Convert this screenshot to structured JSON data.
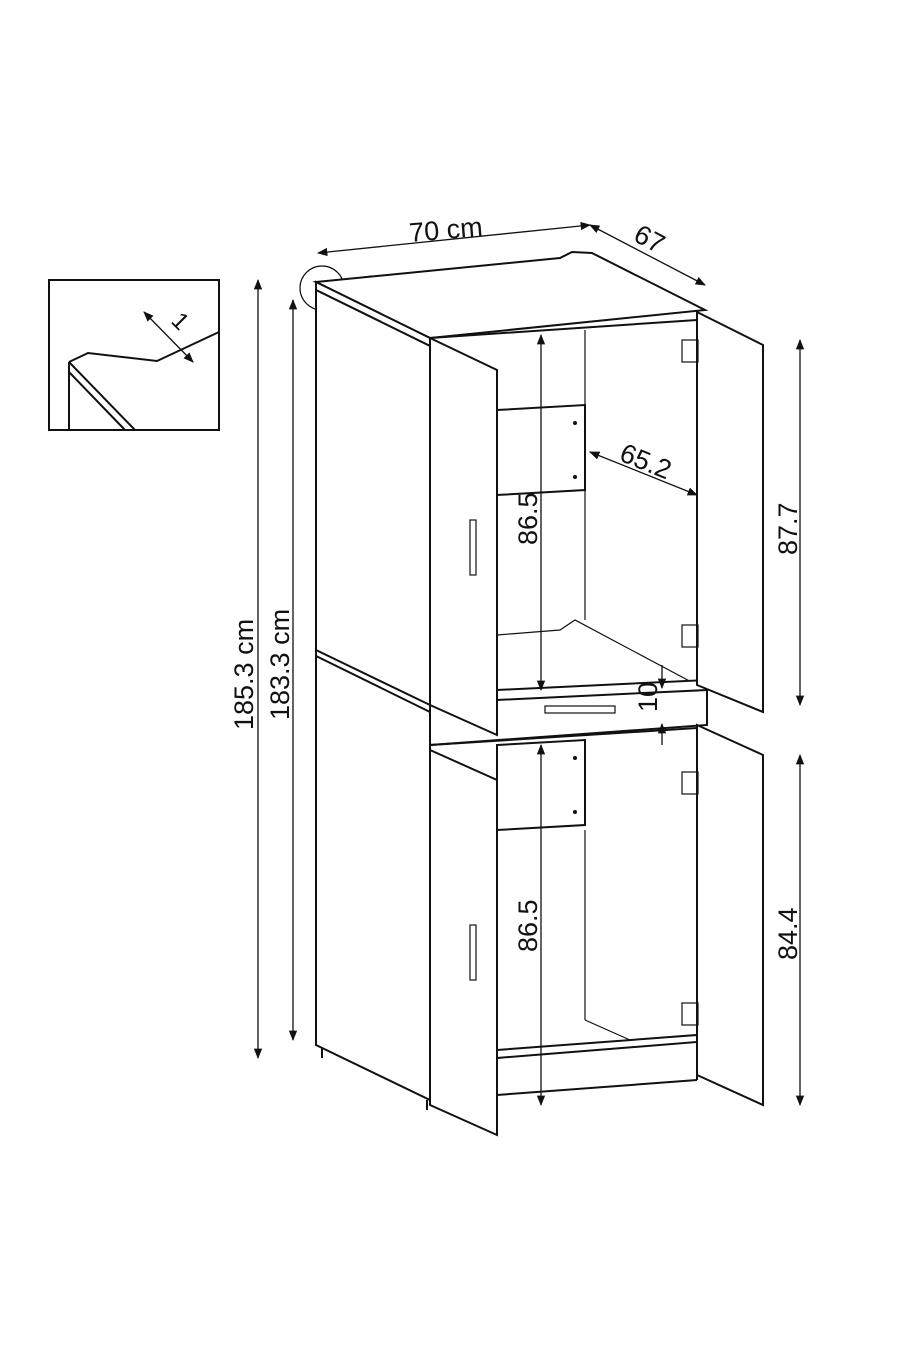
{
  "title": "Tall cabinet dimension drawing",
  "dimensions": {
    "width": "70 cm",
    "depth": "67",
    "total_height": "185.3 cm",
    "body_height": "183.3 cm",
    "upper_inner_height": "86.5",
    "inner_depth": "65.2",
    "upper_door_height": "87.7",
    "drawer_height": "10",
    "lower_inner_height": "86.5",
    "lower_door_height": "84.4"
  },
  "detail_inset": {
    "thickness": "1"
  },
  "colors": {
    "line": "#111111",
    "background": "#ffffff"
  }
}
